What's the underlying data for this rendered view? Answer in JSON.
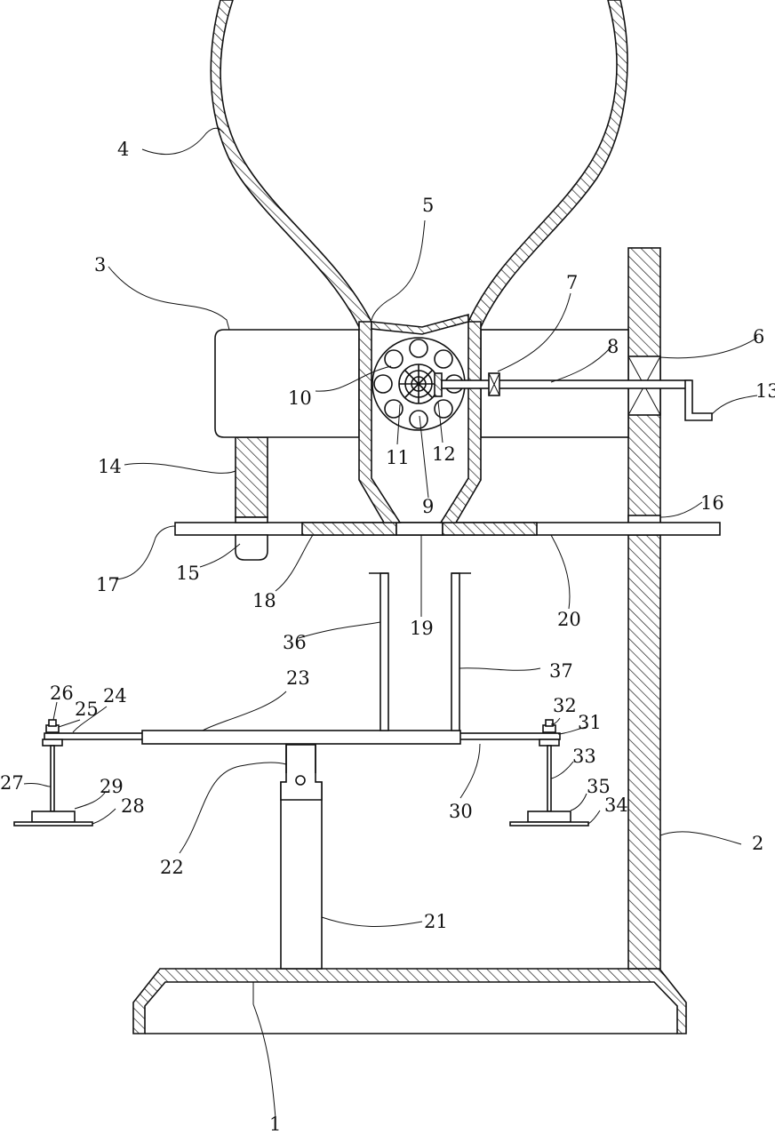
{
  "labels": {
    "l1": "1",
    "l2": "2",
    "l3": "3",
    "l4": "4",
    "l5": "5",
    "l6": "6",
    "l7": "7",
    "l8": "8",
    "l9": "9",
    "l10": "10",
    "l11": "11",
    "l12": "12",
    "l13": "13",
    "l14": "14",
    "l15": "15",
    "l16": "16",
    "l17": "17",
    "l18": "18",
    "l19": "19",
    "l20": "20",
    "l21": "21",
    "l22": "22",
    "l23": "23",
    "l24": "24",
    "l25": "25",
    "l26": "26",
    "l27": "27",
    "l28": "28",
    "l29": "29",
    "l30": "30",
    "l31": "31",
    "l32": "32",
    "l33": "33",
    "l34": "34",
    "l35": "35",
    "l36": "36",
    "l37": "37"
  }
}
